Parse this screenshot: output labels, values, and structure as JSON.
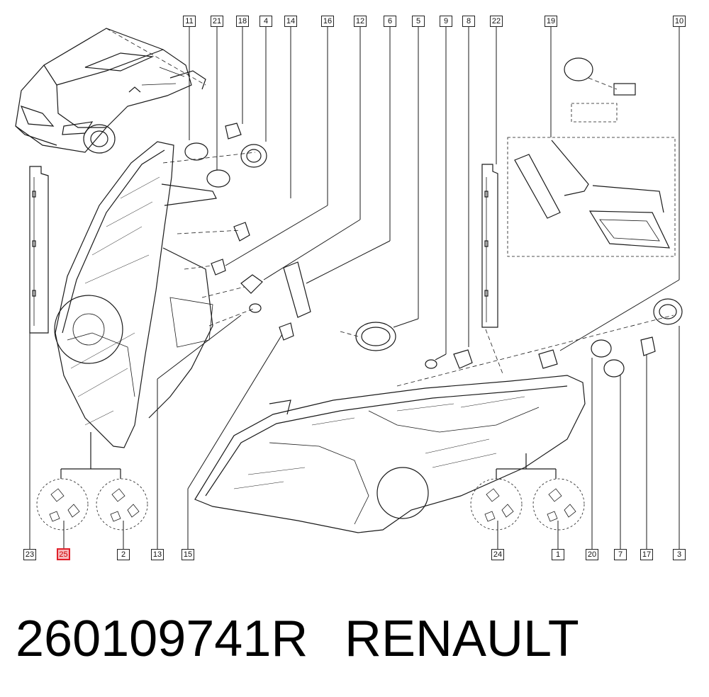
{
  "callouts_top": [
    "11",
    "21",
    "18",
    "4",
    "14",
    "16",
    "12",
    "6",
    "5",
    "9",
    "8",
    "22",
    "19",
    "10"
  ],
  "callouts_bottom": [
    "23",
    "25",
    "2",
    "13",
    "15",
    "24",
    "1",
    "20",
    "7",
    "17",
    "3"
  ],
  "highlighted_callout": "25",
  "caption": {
    "part_number": "260109741R",
    "brand": "RENAULT"
  },
  "colors": {
    "line": "#1a1a1a",
    "highlight_border": "#e0202a",
    "highlight_fill": "#f7b9bc"
  }
}
